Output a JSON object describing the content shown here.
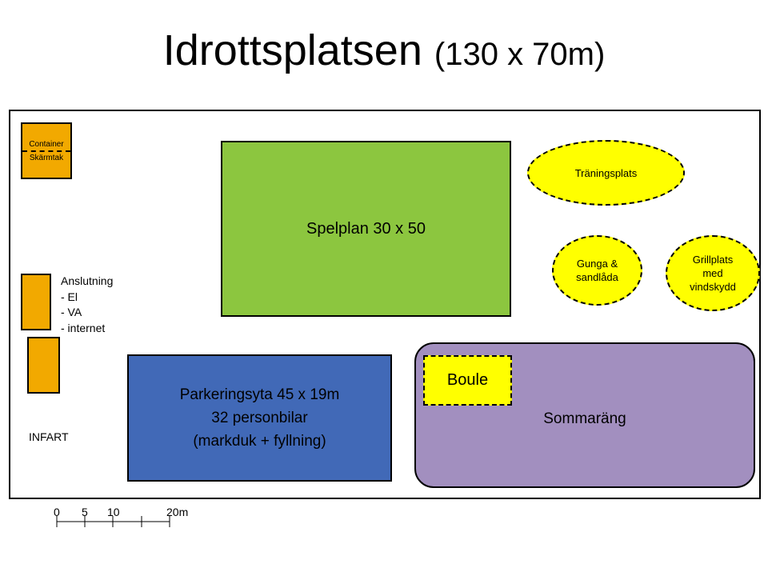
{
  "title": {
    "main": "Idrottsplatsen",
    "sub": "(130 x 70m)"
  },
  "container": {
    "line1": "Container",
    "line2": "Skärmtak"
  },
  "connection": {
    "heading": "Anslutning",
    "items": [
      "- El",
      "- VA",
      "- internet"
    ]
  },
  "entrance": "INFART",
  "field": "Spelplan 30 x 50",
  "parking": {
    "line1": "Parkeringsyta 45 x 19m",
    "line2": "32 personbilar",
    "line3": "(markduk + fyllning)"
  },
  "summer_meadow": "Sommaräng",
  "boule": "Boule",
  "training": "Träningsplats",
  "swing": {
    "line1": "Gunga &",
    "line2": "sandlåda"
  },
  "grill": {
    "line1": "Grillplats",
    "line2": "med",
    "line3": "vindskydd"
  },
  "scale": {
    "labels": [
      "0",
      "5",
      "10",
      "20m"
    ],
    "values": [
      0,
      5,
      10,
      20
    ]
  },
  "colors": {
    "field": "#8cc63f",
    "parking": "#4169b7",
    "meadow": "#a28fbf",
    "yellow": "#ffff00",
    "orange": "#f2a900"
  }
}
